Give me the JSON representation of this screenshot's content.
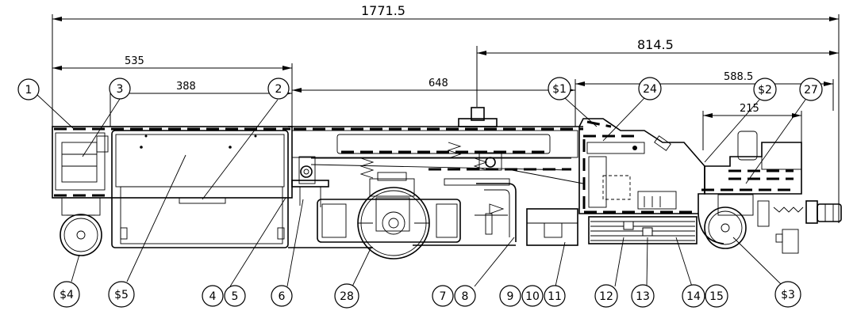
{
  "dimensions": {
    "overall": "1771.5",
    "right_section": "814.5",
    "left_section": "535",
    "box_width": "388",
    "middle_span": "648",
    "rear_span": "588.5",
    "rear_small": "215"
  },
  "balloons": {
    "b1": "1",
    "b2": "2",
    "b3": "3",
    "b4": "4",
    "b5": "5",
    "b6": "6",
    "b7": "7",
    "b8": "8",
    "b9": "9",
    "b10": "10",
    "b11": "11",
    "b12": "12",
    "b13": "13",
    "b14": "14",
    "b15": "15",
    "b24": "24",
    "b27": "27",
    "b28": "28",
    "s1": "$1",
    "s2": "$2",
    "s3": "$3",
    "s4": "$4",
    "s5": "$5"
  },
  "colors": {
    "line": "#000000",
    "background": "#ffffff"
  }
}
